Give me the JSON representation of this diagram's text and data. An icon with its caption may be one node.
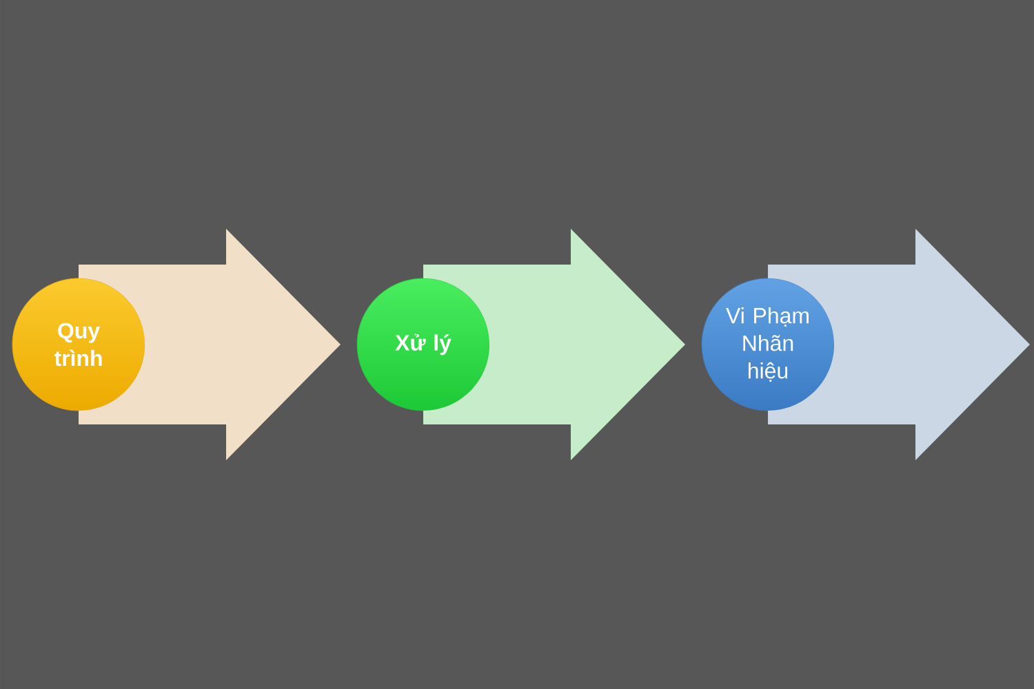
{
  "diagram": {
    "nodes": [
      {
        "text": [
          "Quy trình"
        ]
      },
      {
        "text": [
          "Xử lý"
        ]
      },
      {
        "text": [
          "Vi Phạm Nhãn hiệu"
        ]
      }
    ],
    "edges": [
      {
        "from": 0,
        "to": 1,
        "arrow": "to",
        "color": "#f2dfc7"
      },
      {
        "from": 1,
        "to": 2,
        "arrow": "to",
        "color": "#c6ecca"
      },
      {
        "from": 2,
        "to": null,
        "arrow": "to",
        "color": "#ccd7e6"
      }
    ]
  }
}
